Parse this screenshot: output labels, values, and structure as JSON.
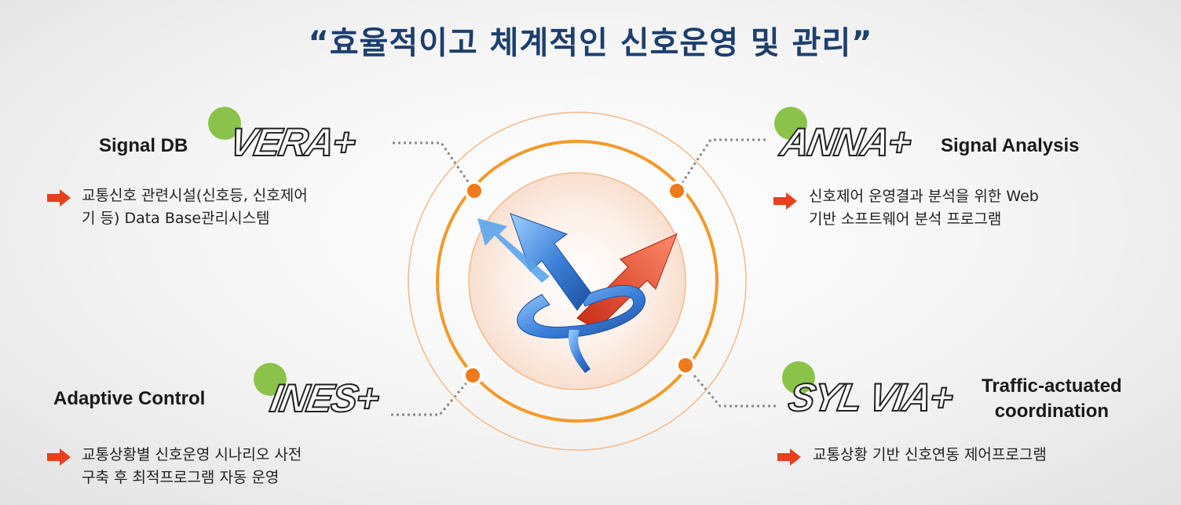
{
  "title": "“효율적이고 체계적인 신호운영 및 관리”",
  "products": [
    {
      "logo": "VERA+",
      "label": "Signal DB",
      "desc_lines": [
        "교통신호 관련시설(신호등, 신호제어",
        "기 등) Data Base관리시스템"
      ]
    },
    {
      "logo": "ANNA+",
      "label": "Signal Analysis",
      "desc_lines": [
        "신호제어 운영결과 분석을 위한 Web",
        "기반 소프트웨어 분석 프로그램"
      ]
    },
    {
      "logo": "INES+",
      "label": "Adaptive Control",
      "desc_lines": [
        "교통상황별 신호운영 시나리오 사전",
        "구축 후 최적프로그램 자동 운영"
      ]
    },
    {
      "logo": "SYL VIA+",
      "label_lines": [
        "Traffic-actuated",
        "coordination"
      ],
      "desc_lines": [
        "교통상황 기반 신호연동 제어프로그램"
      ]
    }
  ],
  "colors": {
    "title": "#1d3f6e",
    "ring": "#f39a2a",
    "accent_dot": "#f07a1a",
    "green_dot": "#8bc34a",
    "bullet_arrow": "#e8401c",
    "blue_arrow": "#3a7fd8",
    "red_arrow": "#e8452a"
  },
  "icons": [
    "right-arrow-icon",
    "twisted-arrows-icon"
  ]
}
